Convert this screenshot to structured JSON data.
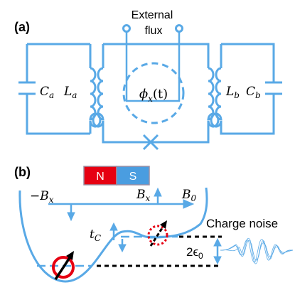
{
  "panel_a": {
    "label": "(a)",
    "external_flux_line1": "External",
    "external_flux_line2": "flux",
    "capacitor_a": "C",
    "capacitor_a_sub": "a",
    "inductor_a": "L",
    "inductor_a_sub": "a",
    "flux_symbol": "ϕ",
    "flux_sub": "x",
    "flux_arg": "(t)",
    "inductor_b": "L",
    "inductor_b_sub": "b",
    "capacitor_b": "C",
    "capacitor_b_sub": "b"
  },
  "panel_b": {
    "label": "(b)",
    "magnet_north": "N",
    "magnet_south": "S",
    "minus_bx": "−B",
    "minus_bx_sub": "x",
    "bx": "B",
    "bx_sub": "x",
    "b0": "B",
    "b0_sub": "0",
    "tunnel": "t",
    "tunnel_sub": "C",
    "detuning": "2ϵ",
    "detuning_sub": "0",
    "charge_noise": "Charge noise"
  },
  "colors": {
    "line_blue": "#59a9e6",
    "magnet_red": "#e60012",
    "magnet_blue": "#4a9de0",
    "marker_red": "#e60012"
  }
}
